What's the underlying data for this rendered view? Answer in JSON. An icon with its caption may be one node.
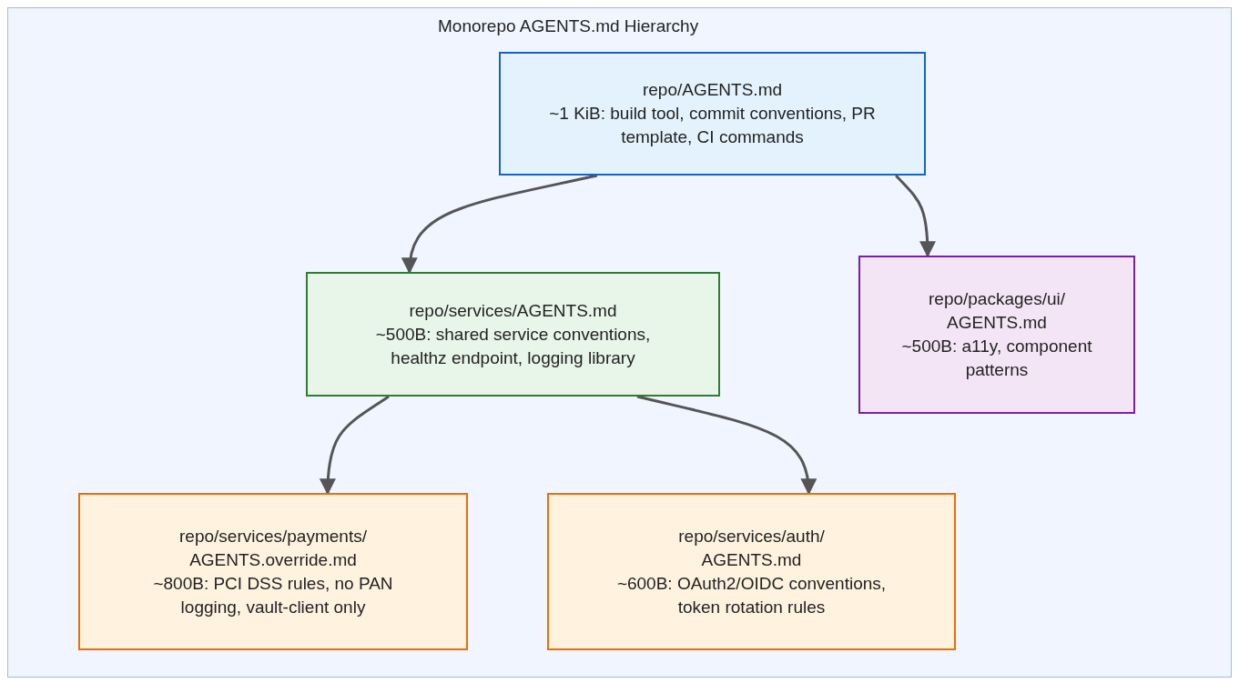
{
  "diagram": {
    "nodes": [
      {
        "text": [
          "Monorepo AGENTS.md Hierarchy"
        ]
      },
      {
        "text": [
          "repo/AGENTS.md",
          "~1 KiB: build tool, commit conventions, PR template, CI commands"
        ],
        "in": 0
      },
      {
        "text": [
          "repo/services/AGENTS.md",
          "~500B: shared service conventions, healthz endpoint, logging library"
        ],
        "in": 0
      },
      {
        "text": [
          "repo/packages/ui/ AGENTS.md",
          "~500B: a11y, component patterns"
        ],
        "in": 0
      },
      {
        "text": [
          "repo/services/payments/ AGENTS.override.md",
          "~800B: PCI DSS rules, no PAN logging, vault-client only"
        ],
        "in": 0
      },
      {
        "text": [
          "repo/services/auth/ AGENTS.md",
          "~600B: OAuth2/OIDC conventions, token rotation rules"
        ],
        "in": 0
      }
    ],
    "edges": [
      {
        "from": 1,
        "to": 2,
        "arrow": "to"
      },
      {
        "from": 1,
        "to": 3,
        "arrow": "to"
      },
      {
        "from": 2,
        "to": 4,
        "arrow": "to"
      },
      {
        "from": 2,
        "to": 5,
        "arrow": "to"
      }
    ]
  }
}
